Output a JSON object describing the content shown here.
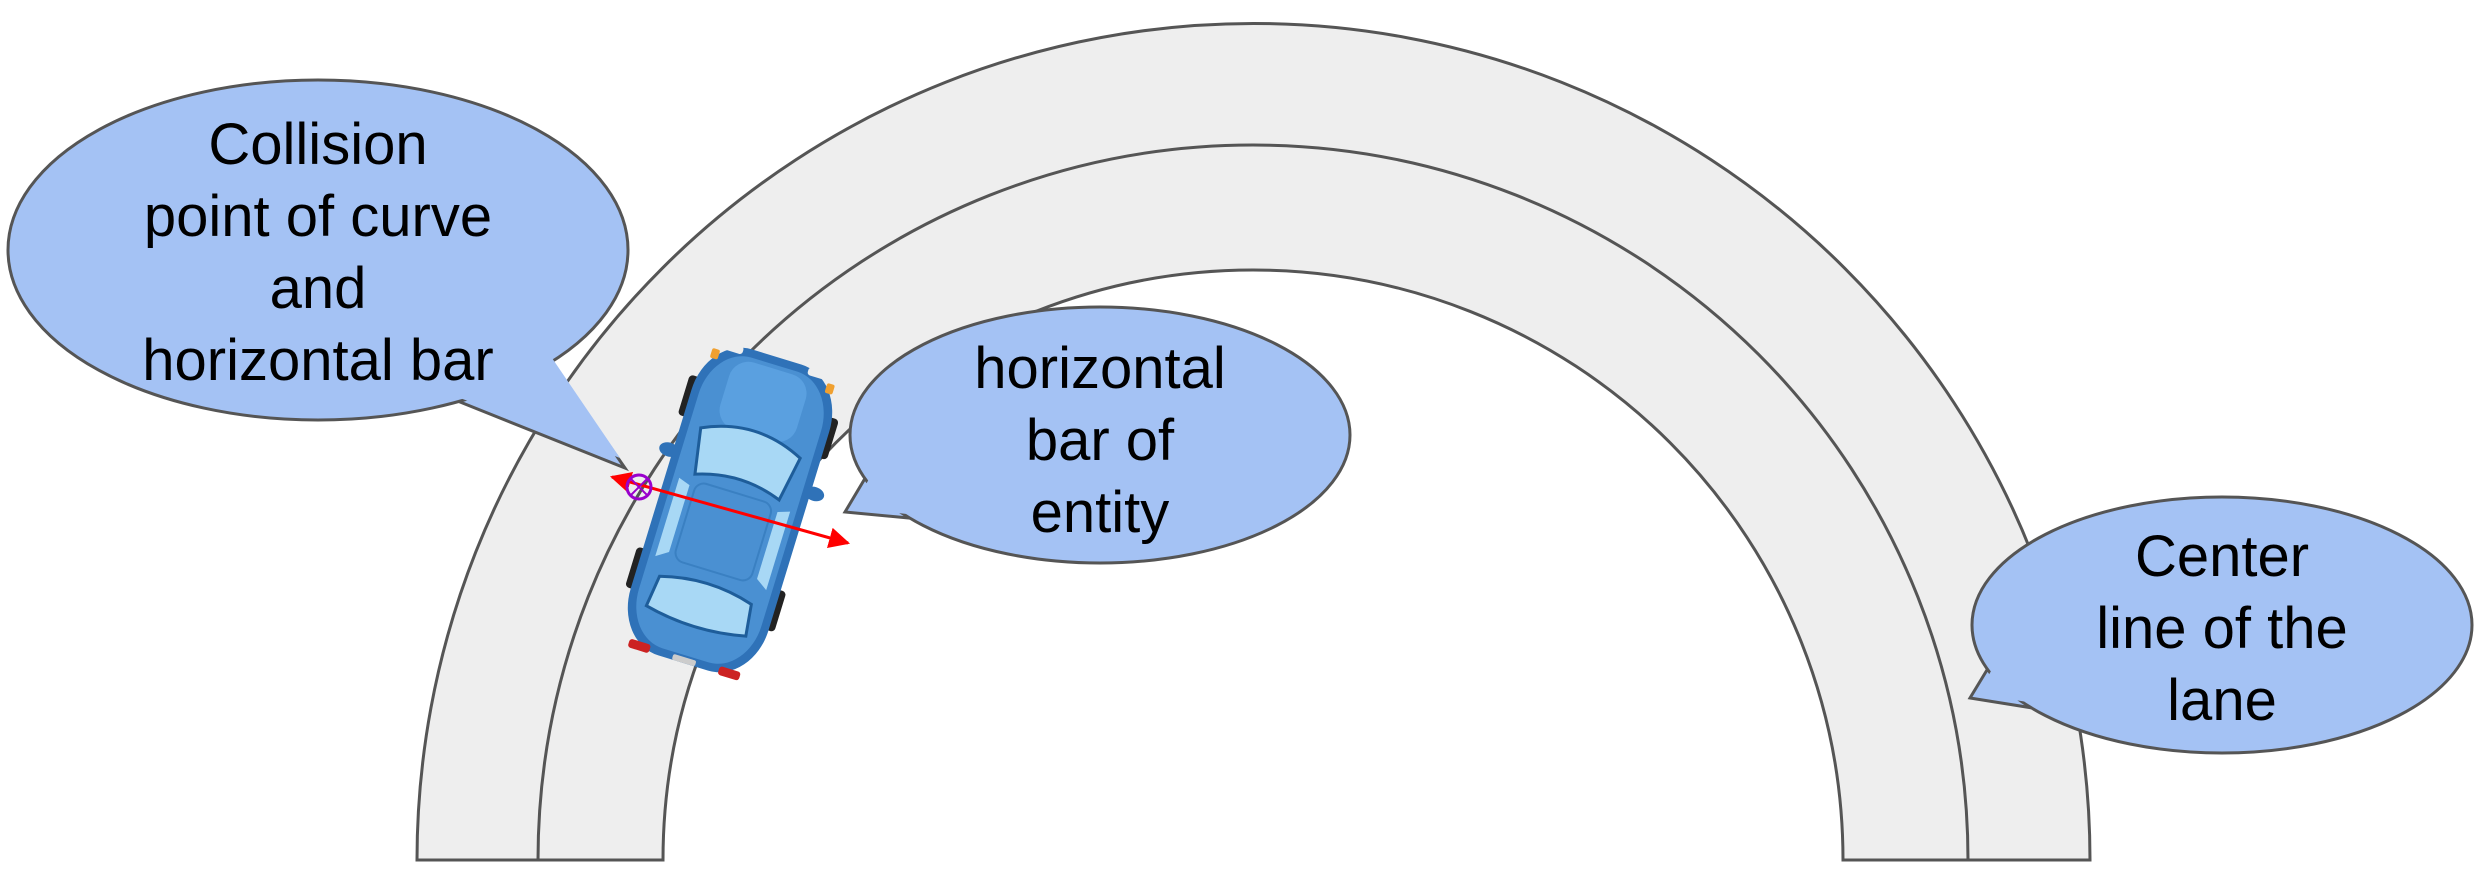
{
  "callouts": {
    "collision_point": {
      "lines": [
        "Collision",
        "point of curve",
        "and",
        "horizontal bar"
      ]
    },
    "horizontal_bar": {
      "lines": [
        "horizontal",
        "bar of",
        "entity"
      ]
    },
    "center_line": {
      "lines": [
        "Center",
        "line of the",
        "lane"
      ]
    }
  },
  "colors": {
    "road_fill": "#eeeeee",
    "road_stroke": "#555555",
    "bubble_fill": "#a4c2f4",
    "bubble_stroke": "#555555",
    "car_body": "#4a90d2",
    "car_window": "#a8d8f5",
    "horizontal_bar_arrow": "#ff0000",
    "collision_marker": "#9900cc"
  },
  "icons": {
    "vehicle": "car-top-view-icon",
    "collision": "collision-circle-icon"
  }
}
